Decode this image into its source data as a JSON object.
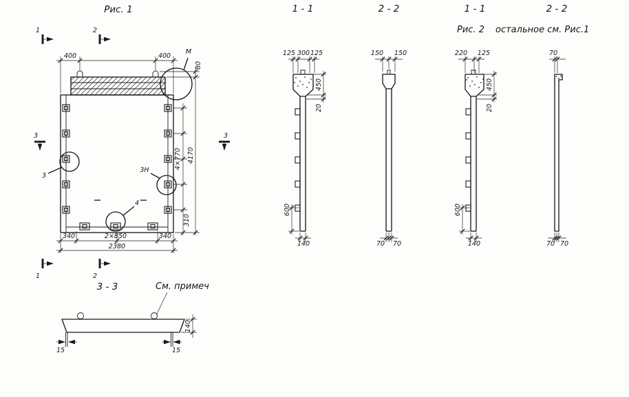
{
  "canvas": {
    "background": "#fdfdfb",
    "ink": "#1a1a1a"
  },
  "fig1": {
    "title": "Рис. 1",
    "section_marks": {
      "s1": "1",
      "s2": "2",
      "s3": "3"
    },
    "details": {
      "m": "М",
      "d3": "3",
      "d3n": "3Н",
      "d4": "4"
    },
    "dims": {
      "top_left": "400",
      "top_right": "400",
      "right_80": "80",
      "right_4x770": "4×770",
      "right_total": "4170",
      "right_310": "310",
      "bottom_340_left": "340",
      "bottom_2x850": "2×850",
      "bottom_340_right": "340",
      "bottom_total": "2380"
    }
  },
  "sec11a": {
    "title": "1 - 1",
    "dims": {
      "t125l": "125",
      "t300": "300",
      "t125r": "125",
      "r450": "450",
      "r20": "20",
      "l600": "600",
      "b140": "140"
    }
  },
  "sec22a": {
    "title": "2 - 2",
    "dims": {
      "t150l": "150",
      "t150r": "150",
      "b70l": "70",
      "b70r": "70"
    }
  },
  "fig2": {
    "label": "Рис. 2",
    "note": "остальное см. Рис.1"
  },
  "sec11b": {
    "title": "1 - 1",
    "dims": {
      "t220": "220",
      "t125": "125",
      "r450": "450",
      "r20": "20",
      "l600": "600",
      "b140": "140"
    }
  },
  "sec22b": {
    "title": "2 - 2",
    "dims": {
      "t70": "70",
      "b70l": "70",
      "b70r": "70"
    }
  },
  "sec33": {
    "title": "3 - 3",
    "note": "См. примеч",
    "dims": {
      "r140": "140",
      "l15": "15",
      "r15": "15"
    }
  }
}
